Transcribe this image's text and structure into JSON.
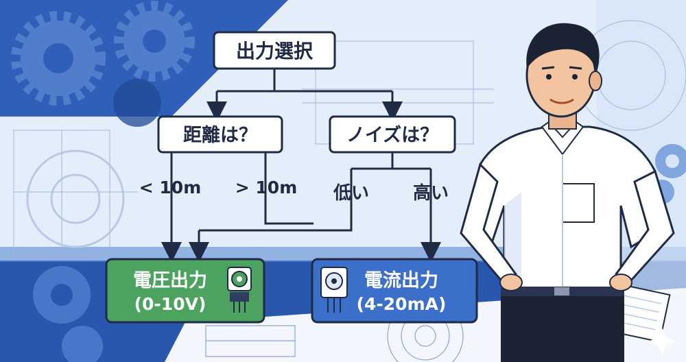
{
  "flowchart": {
    "root": "出力選択",
    "question_distance": "距離は？",
    "question_noise": "ノイズは？",
    "edge_short": "< 10m",
    "edge_long": "> 10m",
    "edge_low": "低い",
    "edge_high": "高い",
    "result_voltage_title": "電圧出力",
    "result_voltage_range": "(0-10V)",
    "result_current_title": "電流出力",
    "result_current_range": "(4-20mA)"
  },
  "colors": {
    "bg_dark_blue": "#2f5fb8",
    "bg_light": "#e4eefb",
    "box_border": "#1f2a44",
    "voltage_green": "#4ba35f",
    "current_blue": "#3b6fc9",
    "arrow": "#1f2a44"
  },
  "icons": [
    "gear-icon",
    "potentiometer-icon",
    "fan-sensor-icon",
    "sparkle-icon"
  ]
}
